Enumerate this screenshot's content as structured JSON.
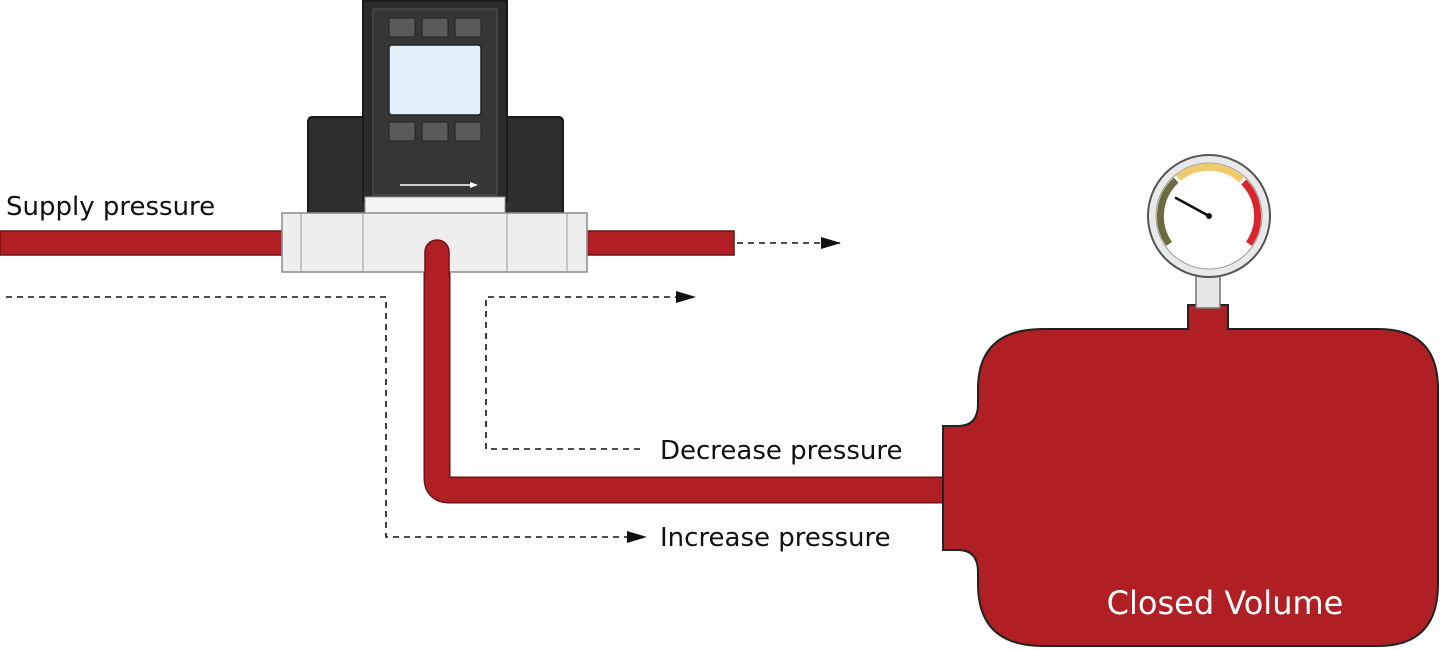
{
  "labels": {
    "supply": "Supply pressure",
    "decrease": "Decrease pressure",
    "increase": "Increase pressure",
    "volume": "Closed Volume"
  },
  "colors": {
    "pipe": "#b01f24",
    "pipe_outline": "#6e1216",
    "device_body": "#2b2b2b",
    "device_panel": "#3a3a3a",
    "display": "#e3f1fb",
    "fitting": "#eeeeee",
    "gauge_green": "#6b6b3f",
    "gauge_yellow": "#f2c96b",
    "gauge_red": "#d9252b"
  }
}
